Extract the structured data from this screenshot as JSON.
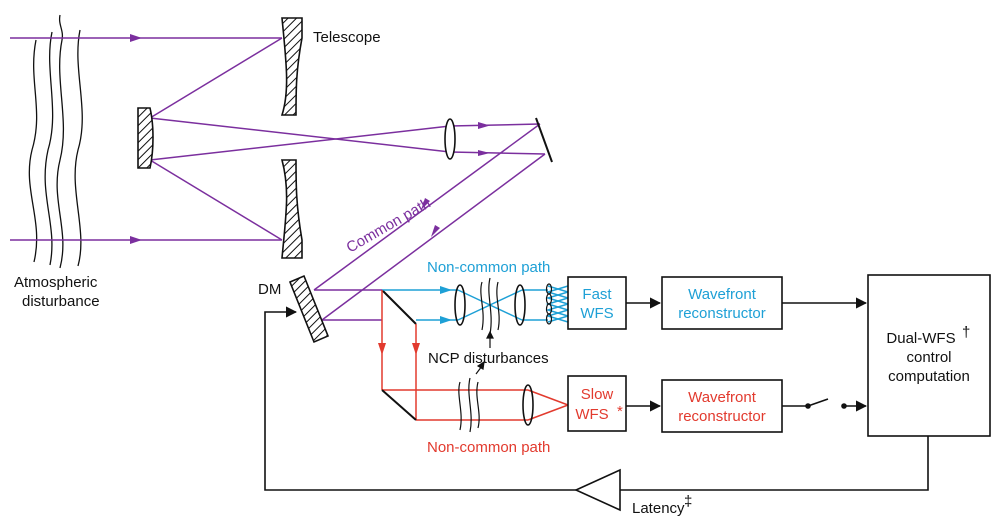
{
  "colors": {
    "common": "#7b2f9e",
    "fast": "#1ea0d6",
    "slow": "#e23a2e",
    "ink": "#111111"
  },
  "labels": {
    "telescope": "Telescope",
    "atmos_line1": "Atmospheric",
    "atmos_line2": "disturbance",
    "dm": "DM",
    "common_path": "Common path",
    "ncp_top": "Non-common path",
    "ncp_bottom": "Non-common path",
    "ncp_disturbances": "NCP disturbances",
    "fast_wfs_1": "Fast",
    "fast_wfs_2": "WFS",
    "slow_wfs_1": "Slow",
    "slow_wfs_2": "WFS",
    "slow_wfs_mark": "*",
    "recon_top_1": "Wavefront",
    "recon_top_2": "reconstructor",
    "recon_bot_1": "Wavefront",
    "recon_bot_2": "reconstructor",
    "dual_1": "Dual-WFS",
    "dual_1_mark": "†",
    "dual_2": "control",
    "dual_3": "computation",
    "latency": "Latency",
    "latency_mark": "‡"
  }
}
